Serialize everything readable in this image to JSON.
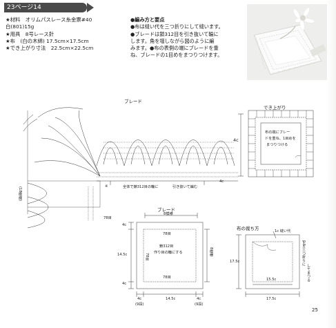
{
  "header": {
    "page_badge": "23ページ14"
  },
  "materials": {
    "line1": "★材料　オリムパスレース糸金票#40",
    "line2": "白(801)15g",
    "line3": "★用具　8号レース針",
    "line4": "★布　(白の木綿) 17.5cm×17.5cm",
    "line5": "★でき上がり寸法　22.5cm×22.5cm"
  },
  "method": {
    "title": "●編み方と要点",
    "line1": "●布は縫い代を三つ折りにして縫います。",
    "line2": "●ブレードは鎖312目を引き抜いて輪に",
    "line3": "します。角を増しながら図のように編",
    "line4": "みます。●布の表側の端にブレードを重",
    "line5": "ね、ブレードの1目めをまつりつけます。"
  },
  "diagram_labels": {
    "braid_title": "ブレード",
    "dimension_4c": "4c",
    "dimension_4c_v": "4c",
    "corner_note": "全体で鎖312目の輪に",
    "corner_note2": "引き抜いて編む",
    "left_note": "(18模様)",
    "marker": "※",
    "finished_title": "でき上がり",
    "finished_note1": "布の端にブレー",
    "finished_note2": "ドを重ね、1目めを",
    "finished_note3": "まつりつける",
    "braid_small_title": "ブレード",
    "pattern_count_top": "8模様",
    "pattern_count_right": "8模様",
    "chain_count1": "鎖312目",
    "chain_count2": "作り目の輪にする",
    "chain_78_a": "78目",
    "chain_78_b": "78目",
    "chain_78_c": "78目",
    "chain_78_d": "78目",
    "dim_left_top": "4c",
    "dim_left_mid": "14.5c",
    "dim_left_bottom": "4c",
    "dim_bottom_left": "4c",
    "dim_bottom_left_sub": "(9段)",
    "dim_bottom_mid": "14.5c",
    "dim_bottom_right": "4c",
    "dim_bottom_right_sub": "(9段)",
    "cloth_title": "布の裁ち方",
    "cloth_seam": "1c 縫い代",
    "cloth_left": "17.5c",
    "cloth_inner": "15.5c",
    "cloth_bottom": "17.5c",
    "cloth_right_note1": "0.5c三つ折りに",
    "cloth_right_note2": "してまつる"
  },
  "footer": {
    "page_number": "25"
  }
}
